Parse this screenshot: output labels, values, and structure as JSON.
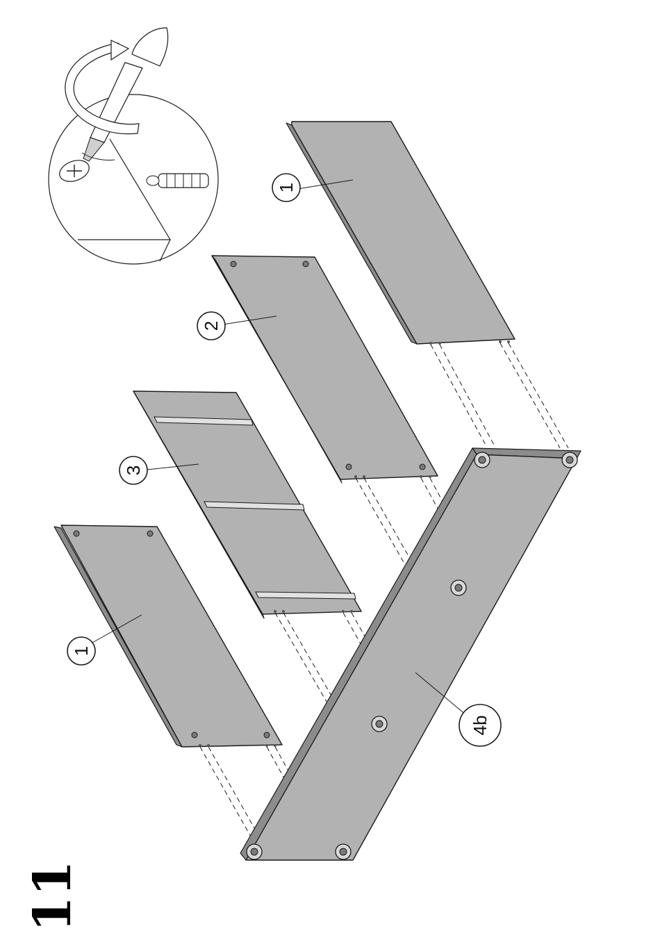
{
  "step_number": "11",
  "part_labels": {
    "side_panel_top": "1",
    "side_panel_bottom": "1",
    "middle_panel": "2",
    "drawer_rail_panel": "3",
    "base_panel": "4b"
  },
  "colors": {
    "panel_fill": "#b2b2b2",
    "panel_edge": "#8c8c8c",
    "line": "#1a1a1a",
    "background": "#ffffff"
  },
  "icons": [
    "screwdriver-icon",
    "cam-lock-dowel-icon",
    "rotation-arrow-icon"
  ]
}
